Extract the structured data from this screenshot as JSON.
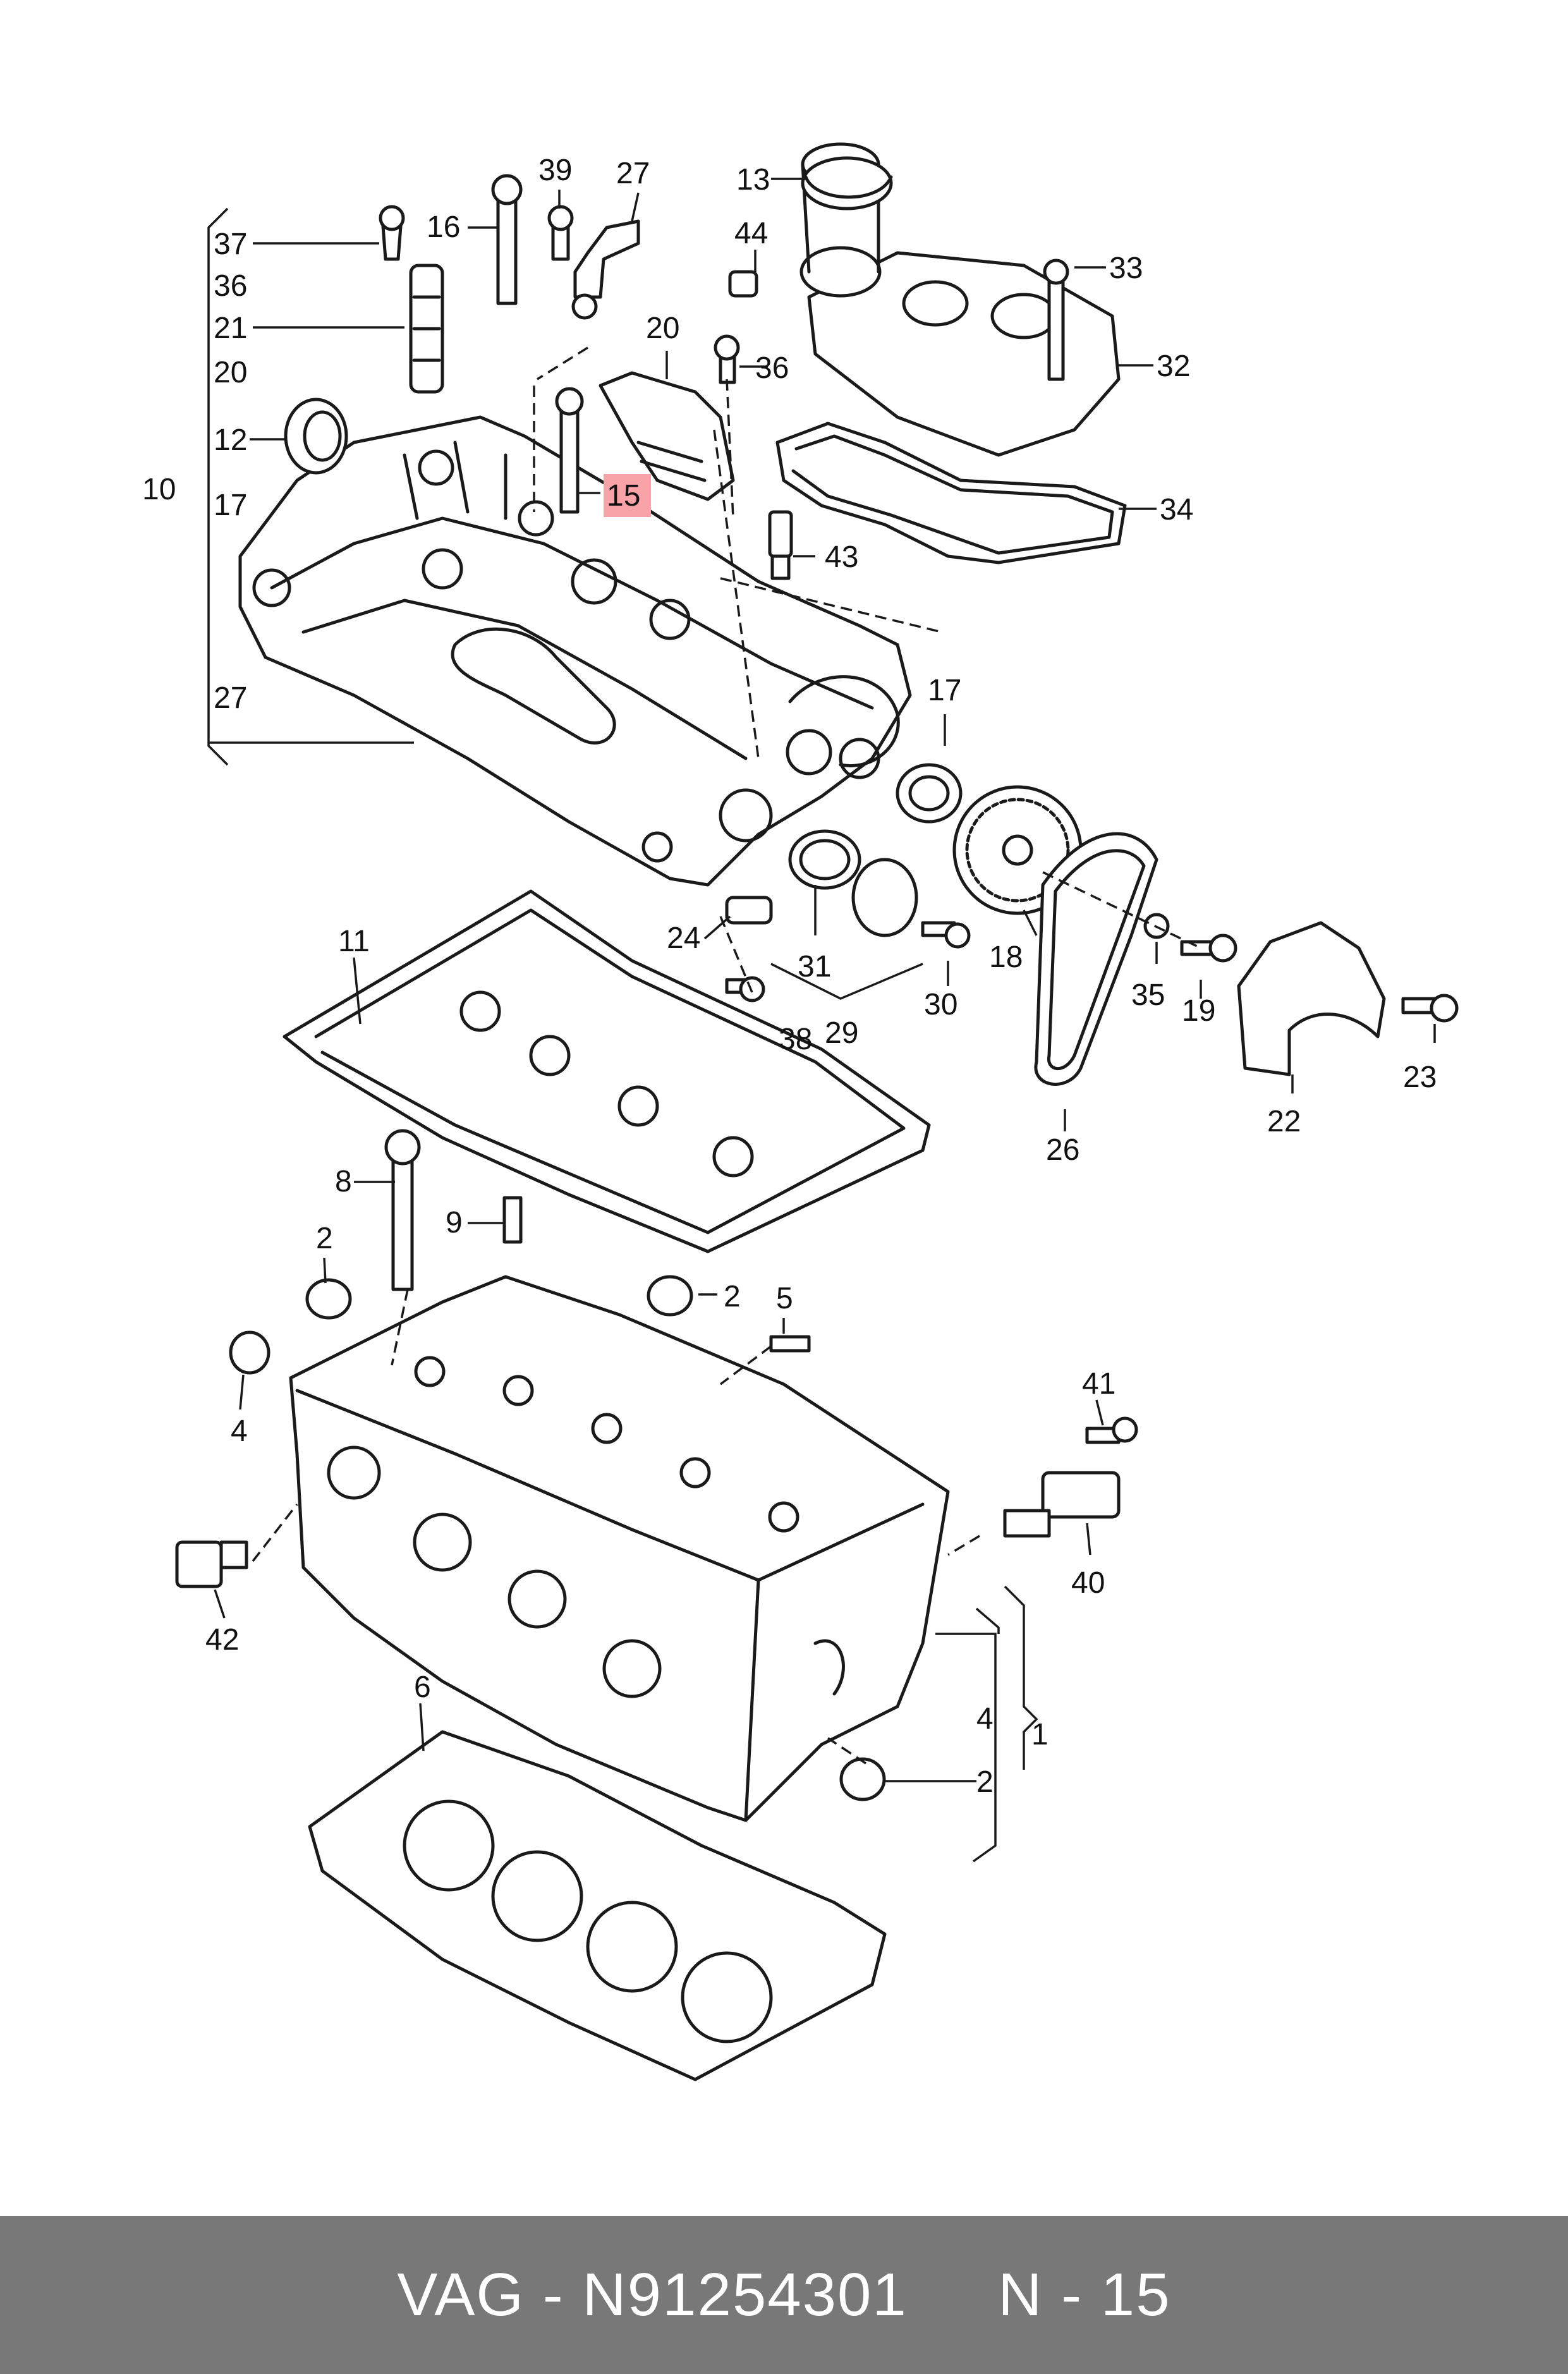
{
  "diagram": {
    "highlight_color": "#f7a3a8",
    "callouts": {
      "c37": "37",
      "c36a": "36",
      "c21": "21",
      "c20a": "20",
      "c12": "12",
      "c10": "10",
      "c17a": "17",
      "c27a": "27",
      "c16": "16",
      "c39": "39",
      "c27b": "27",
      "c13": "13",
      "c44": "44",
      "c33": "33",
      "c32": "32",
      "c20b": "20",
      "c36b": "36",
      "c15": "15",
      "c34": "34",
      "c43": "43",
      "c17b": "17",
      "c24": "24",
      "c31": "31",
      "c29": "29",
      "c30": "30",
      "c38": "38",
      "c18": "18",
      "c35": "35",
      "c19": "19",
      "c23": "23",
      "c22": "22",
      "c26": "26",
      "c11": "11",
      "c8": "8",
      "c9": "9",
      "c2a": "2",
      "c2b": "2",
      "c5": "5",
      "c4a": "4",
      "c41": "41",
      "c40": "40",
      "c42": "42",
      "c4b": "4",
      "c1": "1",
      "c2c": "2",
      "c6": "6"
    }
  },
  "footer": {
    "text": "VAG - N91254301     N - 15"
  }
}
